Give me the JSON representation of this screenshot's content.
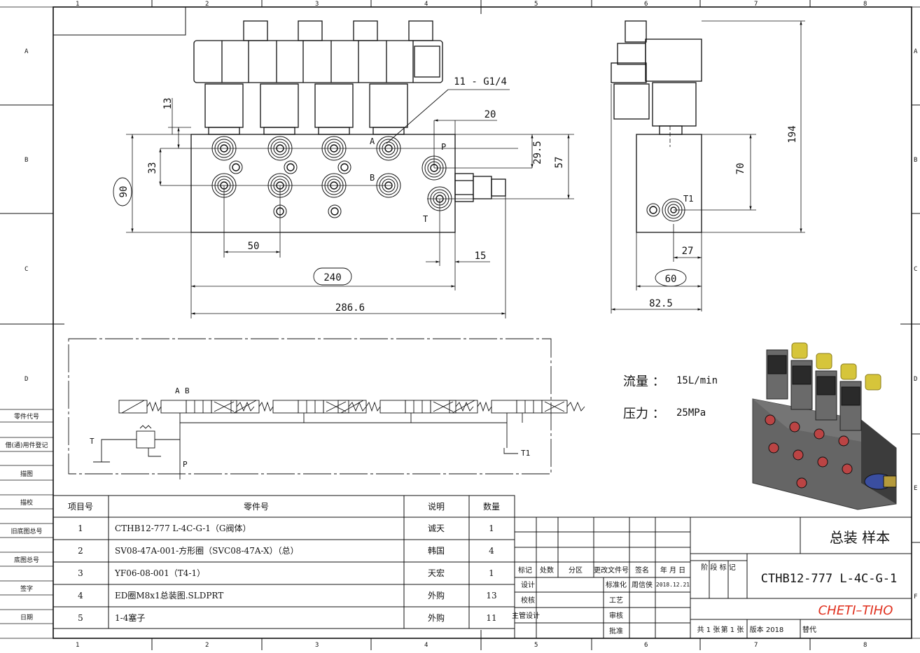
{
  "sheet": {
    "col_labels": [
      "1",
      "2",
      "3",
      "4",
      "5",
      "6",
      "7",
      "8"
    ],
    "row_labels": [
      "A",
      "B",
      "C",
      "D",
      "E",
      "F"
    ],
    "left_stamps": [
      "零件代号",
      "借(通)用件登记",
      "描图",
      "描校",
      "旧底图总号",
      "底图总号",
      "签字",
      "日期"
    ]
  },
  "front_view": {
    "port_a": "A",
    "port_b": "B",
    "port_p": "P",
    "port_t": "T",
    "dims": {
      "d13": "13",
      "d33": "33",
      "d90": "90",
      "d50": "50",
      "d240": "240",
      "d286": "286.6",
      "d20": "20",
      "d29": "29.5",
      "d57": "57",
      "d15": "15",
      "thread": "11 - G1/4"
    }
  },
  "side_view": {
    "port_t1": "T1",
    "dims": {
      "d194": "194",
      "d70": "70",
      "d27": "27",
      "d60": "60",
      "d82": "82.5"
    }
  },
  "schematic": {
    "label_a": "A",
    "label_b": "B",
    "label_t": "T",
    "label_p": "P",
    "label_t1": "T1"
  },
  "specs": {
    "flow_label": "流量 ：",
    "flow_value": "15L/min",
    "pressure_label": "压力 ：",
    "pressure_value": "25MPa"
  },
  "bom": {
    "headers": [
      "项目号",
      "零件号",
      "说明",
      "数量"
    ],
    "rows": [
      {
        "no": "1",
        "part": "CTHB12-777 L-4C-G-1（G阀体）",
        "desc": "诚天",
        "qty": "1"
      },
      {
        "no": "2",
        "part": "SV08-47A-001-方形圈（SVC08-47A-X）（总）",
        "desc": "韩国",
        "qty": "4"
      },
      {
        "no": "3",
        "part": "YF06-08-001（T4-1）",
        "desc": "天宏",
        "qty": "1"
      },
      {
        "no": "4",
        "part": "ED圈M8x1总装图.SLDPRT",
        "desc": "外购",
        "qty": "13"
      },
      {
        "no": "5",
        "part": "1-4塞子",
        "desc": "外购",
        "qty": "11"
      }
    ]
  },
  "title_block": {
    "title": "总装 样本",
    "drawing_no": "CTHB12-777 L-4C-G-1",
    "company": "CHETI–TIHO",
    "company_color": "#e0301e",
    "rev_headers": [
      "标记",
      "处数",
      "分区",
      "更改文件号",
      "签名",
      "年 月 日"
    ],
    "stage_label": "阶 段 标 记",
    "design": "设计",
    "std": "标准化",
    "std_name": "周信侠",
    "std_date": "2018.12.21",
    "check": "校核",
    "process": "工艺",
    "chief": "主管设计",
    "review": "审核",
    "approve": "批准",
    "sheets": "共 1 张",
    "sheet_no": "第 1 张",
    "version": "版本 2018",
    "replace": "替代"
  }
}
